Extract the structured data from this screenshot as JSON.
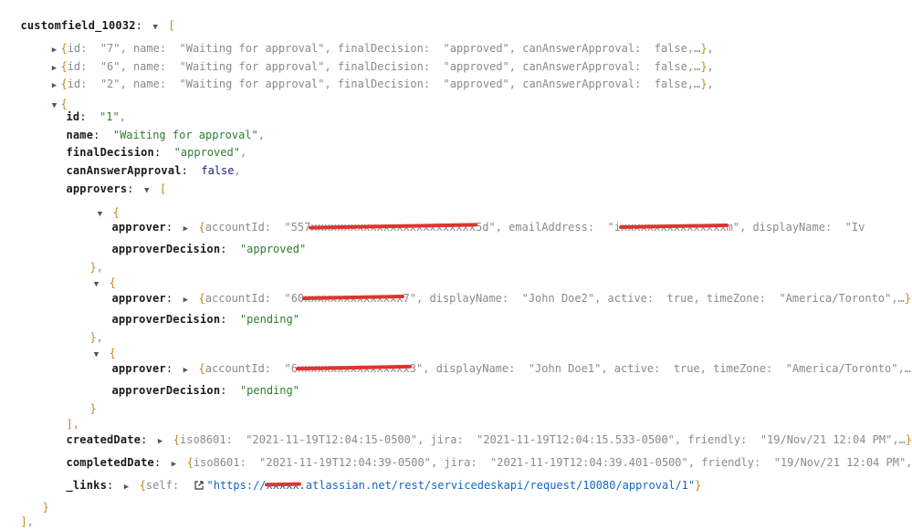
{
  "root_key": "customfield_10032",
  "collapsed_items": [
    {
      "id": "\"7\"",
      "name": "\"Waiting for approval\"",
      "finalDecision": "\"approved\"",
      "canAnswerApproval": "false"
    },
    {
      "id": "\"6\"",
      "name": "\"Waiting for approval\"",
      "finalDecision": "\"approved\"",
      "canAnswerApproval": "false"
    },
    {
      "id": "\"2\"",
      "name": "\"Waiting for approval\"",
      "finalDecision": "\"approved\"",
      "canAnswerApproval": "false"
    }
  ],
  "expanded": {
    "id_key": "id",
    "id": "\"1\"",
    "name_key": "name",
    "name": "\"Waiting for approval\"",
    "finalDecision_key": "finalDecision",
    "finalDecision": "\"approved\"",
    "canAnswerApproval_key": "canAnswerApproval",
    "canAnswerApproval": "false",
    "approvers_key": "approvers",
    "approvers": [
      {
        "approver_key": "approver",
        "acc_pre": "\"557",
        "acc_post": "5d\"",
        "email_key": "emailAddress",
        "email_pre": "\"i",
        "email_post": "m\"",
        "display_key": "displayName",
        "display_val": "\"Iv",
        "decision_key": "approverDecision",
        "decision": "\"approved\""
      },
      {
        "approver_key": "approver",
        "acc_pre": "\"60",
        "acc_post": "7\"",
        "display_key": "displayName",
        "display_val": "\"John Doe2\"",
        "active_key": "active",
        "active": "true",
        "tz_key": "timeZone",
        "tz": "\"America/Toronto\"",
        "decision_key": "approverDecision",
        "decision": "\"pending\""
      },
      {
        "approver_key": "approver",
        "acc_pre": "\"6",
        "acc_post": "3\"",
        "display_key": "displayName",
        "display_val": "\"John Doe1\"",
        "active_key": "active",
        "active": "true",
        "tz_key": "timeZone",
        "tz": "\"America/Toronto\"",
        "decision_key": "approverDecision",
        "decision": "\"pending\""
      }
    ],
    "createdDate_key": "createdDate",
    "createdDate": {
      "iso8601": "\"2021-11-19T12:04:15-0500\"",
      "jira": "\"2021-11-19T12:04:15.533-0500\"",
      "friendly": "\"19/Nov/21 12:04 PM\""
    },
    "completedDate_key": "completedDate",
    "completedDate": {
      "iso8601": "\"2021-11-19T12:04:39-0500\"",
      "jira": "\"2021-11-19T12:04:39.401-0500\"",
      "friendly": "\"19/Nov/21 12:04 PM\""
    },
    "links_key": "_links",
    "self_pre": "\"https://",
    "self_post": ".atlassian.net/rest/servicedeskapi/request/10080/approval/1\""
  },
  "colors": {
    "key": "#1a1a1a",
    "string": "#2e7d32",
    "keyword": "#1a237e",
    "gray": "#8a8a8a",
    "bracket": "#c48a1c",
    "link": "#1565c0",
    "redaction": "#e0342f"
  }
}
